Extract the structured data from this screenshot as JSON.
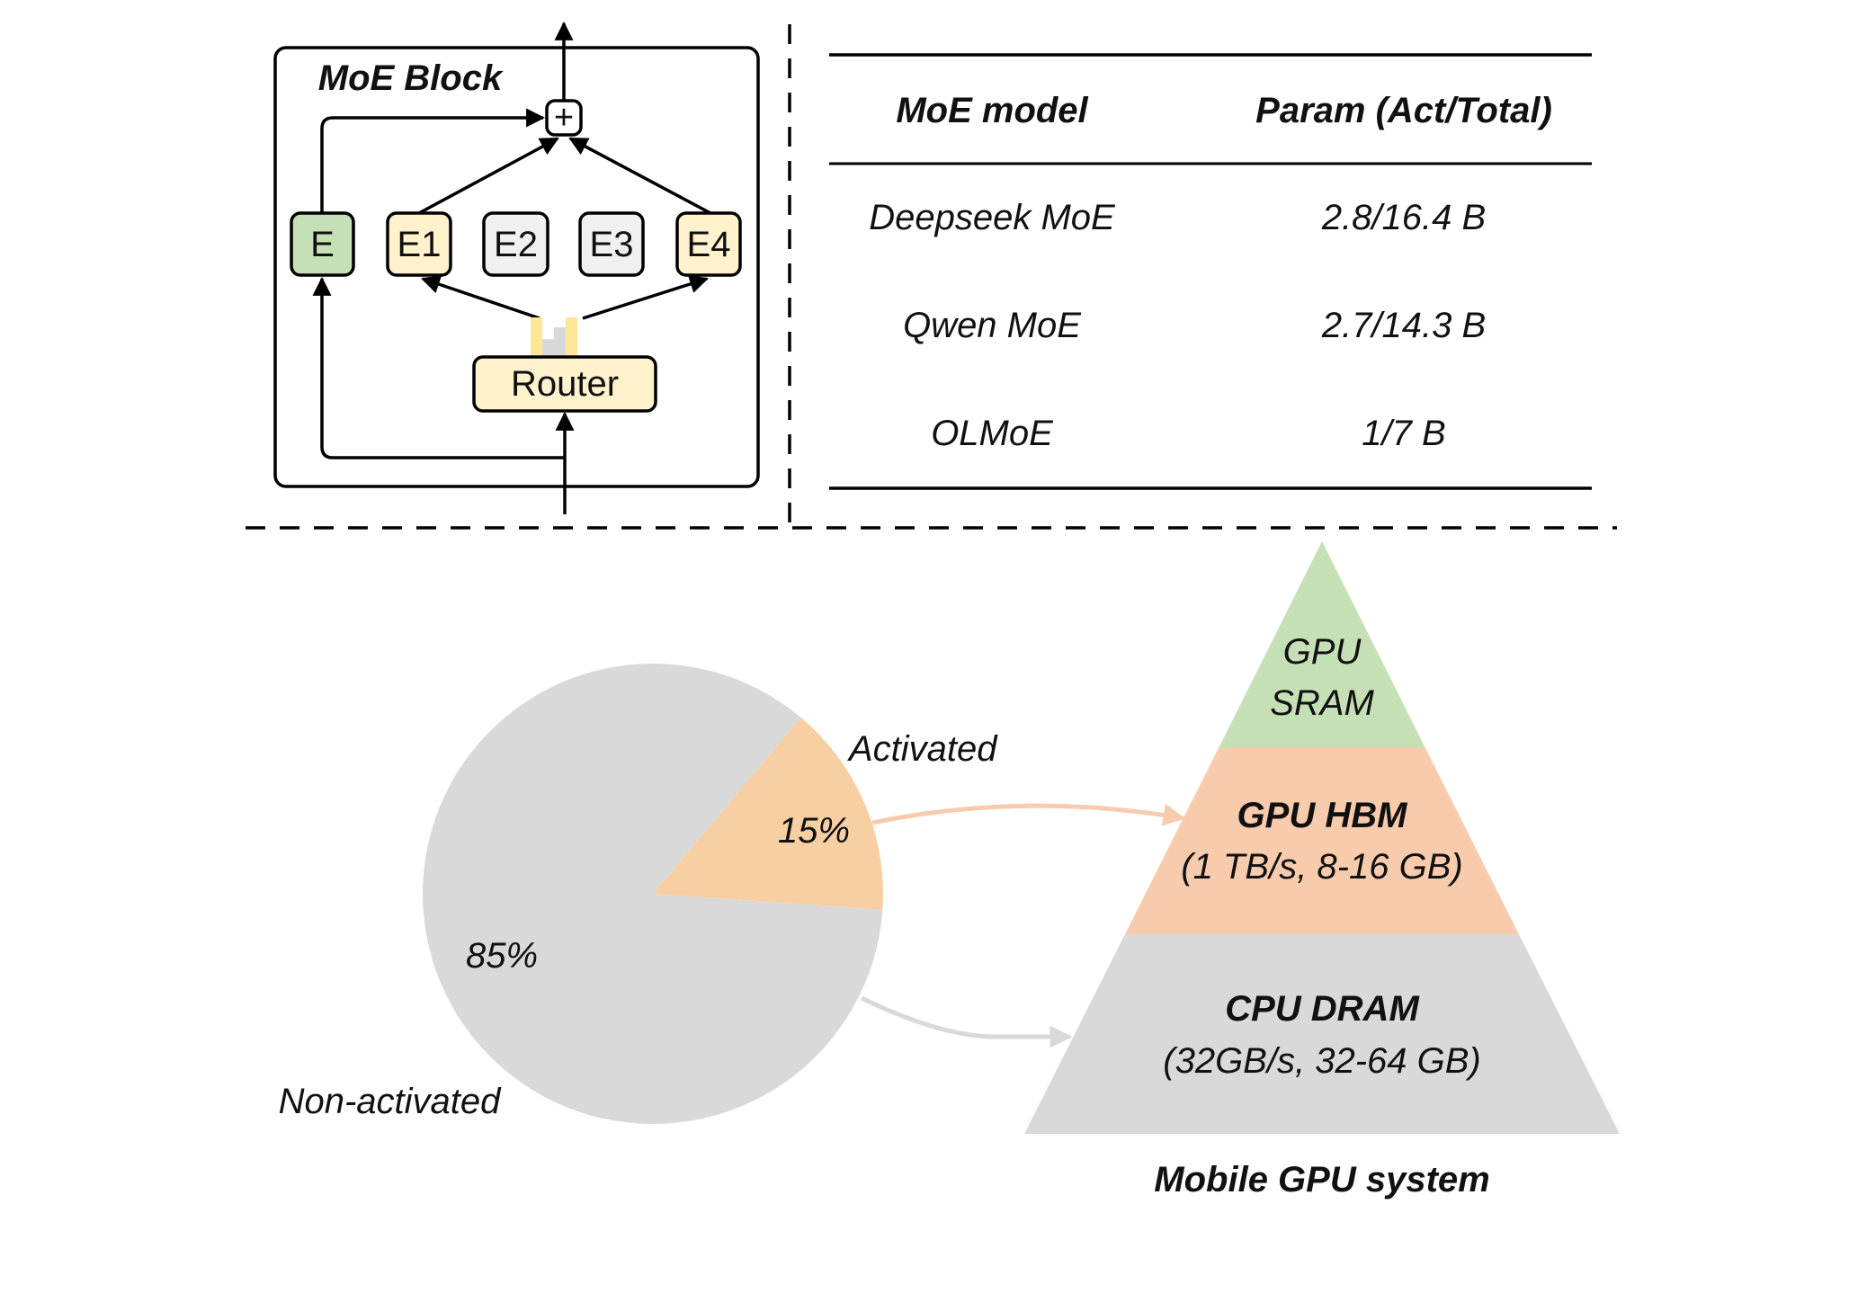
{
  "moe_block": {
    "title": "MoE Block",
    "plus_symbol": "+",
    "shared_expert": {
      "label": "E",
      "color": "#c5e0b4"
    },
    "experts": [
      {
        "label": "E1",
        "state": "activated",
        "color": "#fff2cc"
      },
      {
        "label": "E2",
        "state": "inactive",
        "color": "#f0f0f0"
      },
      {
        "label": "E3",
        "state": "inactive",
        "color": "#f0f0f0"
      },
      {
        "label": "E4",
        "state": "activated",
        "color": "#fff2cc"
      }
    ],
    "router": {
      "label": "Router",
      "color": "#fff2cc"
    },
    "router_scores": [
      {
        "expert": "E1",
        "level": 1.0,
        "color": "#ffe699"
      },
      {
        "expert": "E2",
        "level": 0.45,
        "color": "#d9d9d9"
      },
      {
        "expert": "E3",
        "level": 0.75,
        "color": "#d9d9d9"
      },
      {
        "expert": "E4",
        "level": 1.0,
        "color": "#ffe699"
      }
    ]
  },
  "table": {
    "headers": [
      "MoE model",
      "Param (Act/Total)"
    ],
    "rows": [
      [
        "Deepseek MoE",
        "2.8/16.4 B"
      ],
      [
        "Qwen MoE",
        "2.7/14.3 B"
      ],
      [
        "OLMoE",
        "1/7 B"
      ]
    ]
  },
  "chart_data": {
    "type": "pie",
    "title": "",
    "slices": [
      {
        "label": "Activated",
        "value": 15,
        "value_label": "15%",
        "color": "#f8cfa3"
      },
      {
        "label": "Non-activated",
        "value": 85,
        "value_label": "85%",
        "color": "#d9d9d9"
      }
    ]
  },
  "pyramid": {
    "caption": "Mobile GPU system",
    "levels": [
      {
        "name_lines": [
          "GPU",
          "SRAM"
        ],
        "detail": "",
        "bold": false,
        "color": "#c5e0b4"
      },
      {
        "name_lines": [
          "GPU HBM"
        ],
        "detail": "(1 TB/s, 8-16 GB)",
        "bold": true,
        "color": "#f8cbad"
      },
      {
        "name_lines": [
          "CPU DRAM"
        ],
        "detail": "(32GB/s, 32-64 GB)",
        "bold": true,
        "color": "#d9d9d9"
      }
    ]
  },
  "mappings": [
    {
      "from": "Activated",
      "to": "GPU HBM",
      "color": "#f8cbad"
    },
    {
      "from": "Non-activated",
      "to": "CPU DRAM",
      "color": "#d9d9d9"
    }
  ]
}
